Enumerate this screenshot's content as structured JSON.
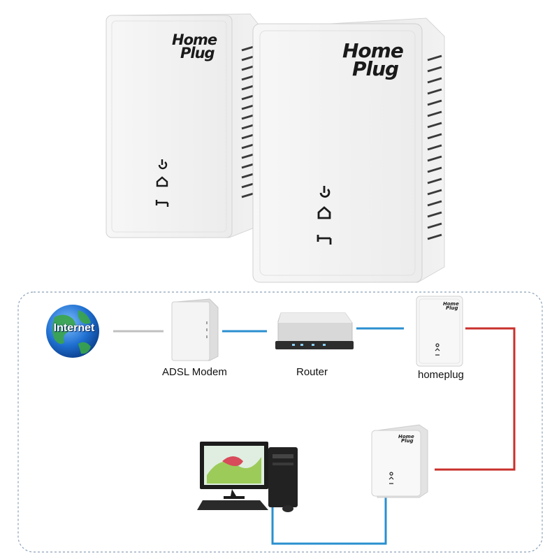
{
  "product": {
    "brand_line1": "Home",
    "brand_line2": "Plug",
    "indicators": [
      "power-icon",
      "homeplug-link-icon",
      "ethernet-icon"
    ]
  },
  "diagram": {
    "internet_label": "Internet",
    "modem_label": "ADSL Modem",
    "router_label": "Router",
    "homeplug_label": "homeplug",
    "device_brand_line1": "Home",
    "device_brand_line2": "Plug",
    "colors": {
      "gray_link": "#c0c0c0",
      "ethernet_link": "#2a8fd0",
      "powerline_link": "#c9302c",
      "frame_border": "#8aa0b8"
    }
  }
}
